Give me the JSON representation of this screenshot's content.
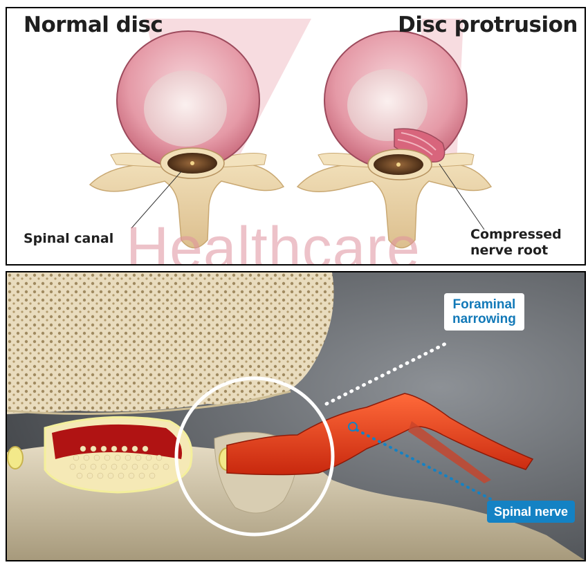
{
  "top_panel": {
    "left_heading": "Normal disc",
    "right_heading": "Disc protrusion",
    "left_caption": "Spinal canal",
    "right_caption_line1": "Compressed",
    "right_caption_line2": "nerve root",
    "watermark": "Healthcare"
  },
  "bottom_panel": {
    "callout_top_line1": "Foraminal",
    "callout_top_line2": "narrowing",
    "callout_bottom": "Spinal nerve"
  },
  "colors": {
    "callout_blue": "#1482c4",
    "nerve_red": "#e0401c",
    "disc_pink": "#e49aa6",
    "bone_beige": "#ecd9a8"
  }
}
